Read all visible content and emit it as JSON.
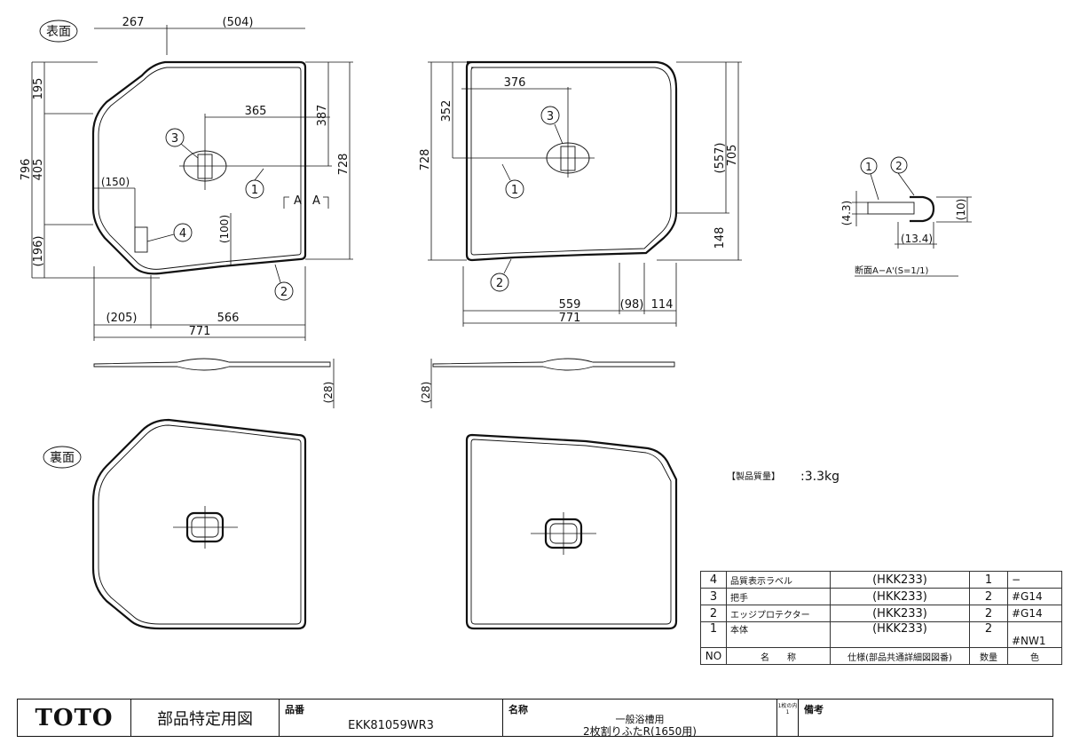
{
  "views": {
    "front_label": "表面",
    "back_label": "裏面"
  },
  "dims_front": {
    "top_left": "267",
    "top_right": "(504)",
    "left_total": "796",
    "left_195": "195",
    "left_405": "405",
    "left_196": "(196)",
    "handle_x": "365",
    "handle_y": "387",
    "right_total": "728",
    "label_x": "(150)",
    "label_y": "(100)",
    "bottom_left": "(205)",
    "bottom_right": "566",
    "bottom_total": "771",
    "thickness": "(28)",
    "section_mark": "A"
  },
  "dims_back": {
    "handle_x": "376",
    "handle_y": "352",
    "left_total": "728",
    "right_557": "(557)",
    "right_705": "705",
    "right_148": "148",
    "bottom_559": "559",
    "bottom_98": "(98)",
    "bottom_114": "114",
    "bottom_total": "771",
    "thickness": "(28)"
  },
  "section": {
    "caption": "断面A−A'(S=1/1)",
    "dim_43": "(4.3)",
    "dim_10": "(10)",
    "dim_134": "(13.4)"
  },
  "callouts": [
    "1",
    "2",
    "3",
    "4"
  ],
  "mass": {
    "label": "【製品質量】",
    "value": ":3.3kg"
  },
  "parts_table": {
    "rows": [
      {
        "no": "4",
        "name": "品質表示ラベル",
        "spec": "(HKK233)",
        "qty": "1",
        "color": "−"
      },
      {
        "no": "3",
        "name": "把手",
        "spec": "(HKK233)",
        "qty": "2",
        "color": "#G14"
      },
      {
        "no": "2",
        "name": "エッジプロテクター",
        "spec": "(HKK233)",
        "qty": "2",
        "color": "#G14"
      },
      {
        "no": "1",
        "name": "本体",
        "spec": "(HKK233)",
        "qty": "2",
        "color": "#NW1"
      }
    ],
    "header": {
      "no": "NO",
      "name": "名　　称",
      "spec": "仕様(部品共通詳細図図番)",
      "qty": "数量",
      "color": "色"
    }
  },
  "title_block": {
    "logo": "TOTO",
    "doc_type": "部品特定用図",
    "part_no_label": "品番",
    "part_no": "EKK81059WR3",
    "name_label": "名称",
    "name_line1": "一般浴槽用",
    "name_line2": "2枚割りふたR(1650用)",
    "sheet": "1枚の内1",
    "notes_label": "備考"
  }
}
